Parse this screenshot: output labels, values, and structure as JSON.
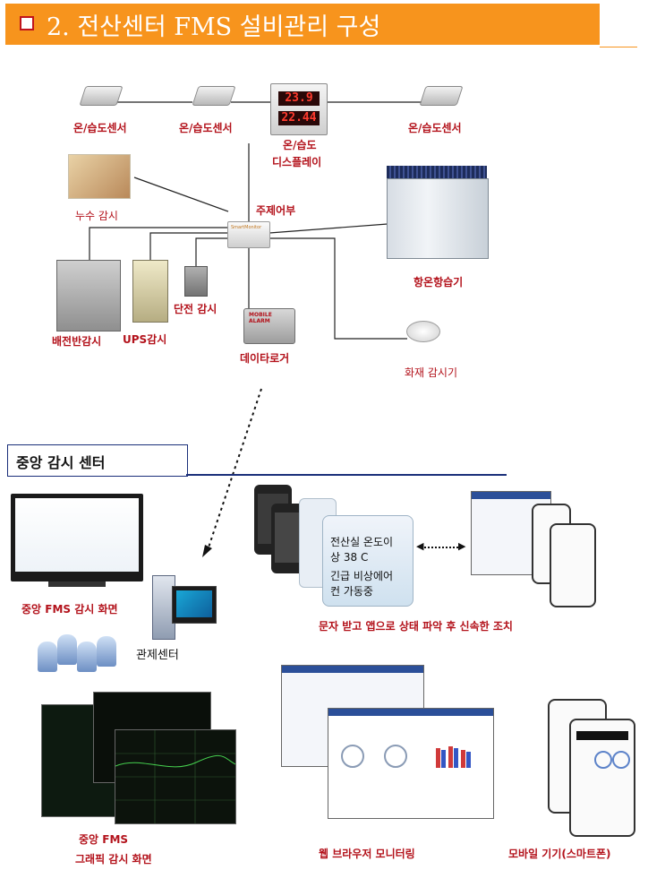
{
  "title": {
    "text": "2. 전산센터 FMS 설비관리 구성",
    "bar_color": "#f7941d",
    "check_color": "#c0141c"
  },
  "display": {
    "reading_top": "23.9",
    "reading_bottom": "22.44"
  },
  "devices": {
    "sensor_1": "온/습도센서",
    "sensor_2": "온/습도센서",
    "sensor_3": "온/습도센서",
    "display_line1": "온/습도",
    "display_line2": "디스플레이",
    "leak": "누수 감시",
    "main_controller": "주제어부",
    "controller_tag": "SmartMonitor",
    "hvac": "항온항습기",
    "switchgear": "배전반감시",
    "ups": "UPS감시",
    "power_outage": "단전 감시",
    "data_logger": "데이타로거",
    "logger_tag": "MOBILE ALARM",
    "fire_detector": "화재 감시기"
  },
  "center": {
    "heading": "중앙 감시 센터",
    "fms_screen": "중앙 FMS 감시 화면",
    "control_center": "관제센터",
    "graphic_line1": "중앙 FMS",
    "graphic_line2": "그래픽 감시 화면",
    "web_monitoring": "웹 브라우저 모니터링",
    "mobile": "모바일 기기(스마트폰)",
    "sms_caption": "문자 받고 앱으로 상태 파악 후 신속한 조치"
  },
  "sms": {
    "line1": "전산실 온도이",
    "line2": "상 38 C",
    "line3": "긴급 비상에어",
    "line4": "컨 가동중"
  },
  "colors": {
    "label_red": "#b3121b",
    "section_blue": "#1a2f7a"
  }
}
